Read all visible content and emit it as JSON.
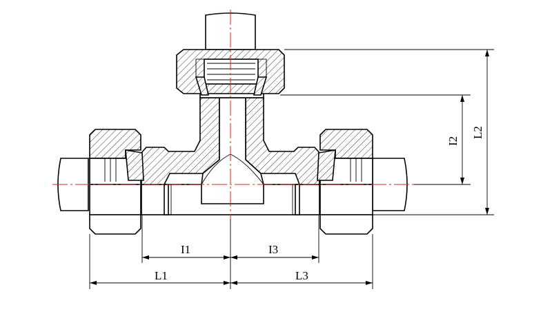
{
  "dimensions": {
    "l1": "L1",
    "l3": "L3",
    "l2": "L2",
    "i1": "I1",
    "i3": "I3",
    "i2": "I2"
  },
  "colors": {
    "outline": "#000000",
    "centerline": "#e0201b",
    "background": "#ffffff"
  }
}
